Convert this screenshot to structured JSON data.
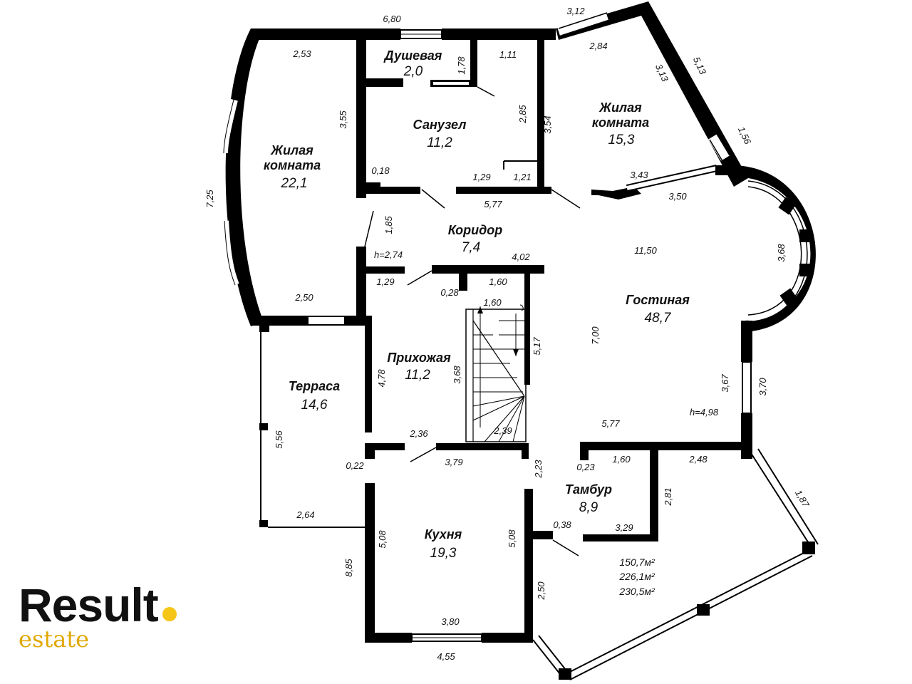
{
  "rooms": {
    "living_left": {
      "name": "Жилая\nкомната",
      "line1": "Жилая",
      "line2": "комната",
      "area": "22,1"
    },
    "shower": {
      "name": "Душевая",
      "area": "2,0"
    },
    "bathroom": {
      "name": "Санузел",
      "area": "11,2"
    },
    "living_right": {
      "line1": "Жилая",
      "line2": "комната",
      "area": "15,3"
    },
    "corridor": {
      "name": "Коридор",
      "area": "7,4"
    },
    "lounge": {
      "name": "Гостиная",
      "area": "48,7"
    },
    "hall": {
      "name": "Прихожая",
      "area": "11,2"
    },
    "terrace": {
      "name": "Терраса",
      "area": "14,6"
    },
    "vestibule": {
      "name": "Тамбур",
      "area": "8,9"
    },
    "kitchen": {
      "name": "Кухня",
      "area": "19,3"
    }
  },
  "dimensions": {
    "d680": "6,80",
    "d312": "3,12",
    "d253": "2,53",
    "d178": "1,78",
    "d111": "1,11",
    "d284": "2,84",
    "d313": "3,13",
    "d513": "5,13",
    "d355": "3,55",
    "d285": "2,85",
    "d354": "3,54",
    "d156": "1,56",
    "d725": "7,25",
    "d018": "0,18",
    "d129a": "1,29",
    "d121": "1,21",
    "d343": "3,43",
    "d350": "3,50",
    "d577a": "5,77",
    "d185": "1,85",
    "d368a": "3,68",
    "h274": "h=2,74",
    "d402": "4,02",
    "d1150": "11,50",
    "d129b": "1,29",
    "d160a": "1,60",
    "d028": "0,28",
    "d160b": "1,60",
    "d250a": "2,50",
    "d517": "5,17",
    "d700": "7,00",
    "d478": "4,78",
    "d368b": "3,68",
    "d367": "3,67",
    "d370": "3,70",
    "h498": "h=4,98",
    "d556": "5,56",
    "d236": "2,36",
    "d239": "2,39",
    "d577b": "5,77",
    "d022": "0,22",
    "d379": "3,79",
    "d023": "0,23",
    "d160c": "1,60",
    "d248": "2,48",
    "d223": "2,23",
    "d281": "2,81",
    "d187": "1,87",
    "d264": "2,64",
    "d038": "0,38",
    "d329": "3,29",
    "d508a": "5,08",
    "d508b": "5,08",
    "d885": "8,85",
    "d250b": "2,50",
    "d380": "3,80",
    "d455": "4,55"
  },
  "totals": {
    "t1": "150,7м²",
    "t2": "226,1м²",
    "t3": "230,5м²"
  },
  "logo": {
    "word": "Result",
    "sub": "estate",
    "dot_color": "#f5c518"
  }
}
